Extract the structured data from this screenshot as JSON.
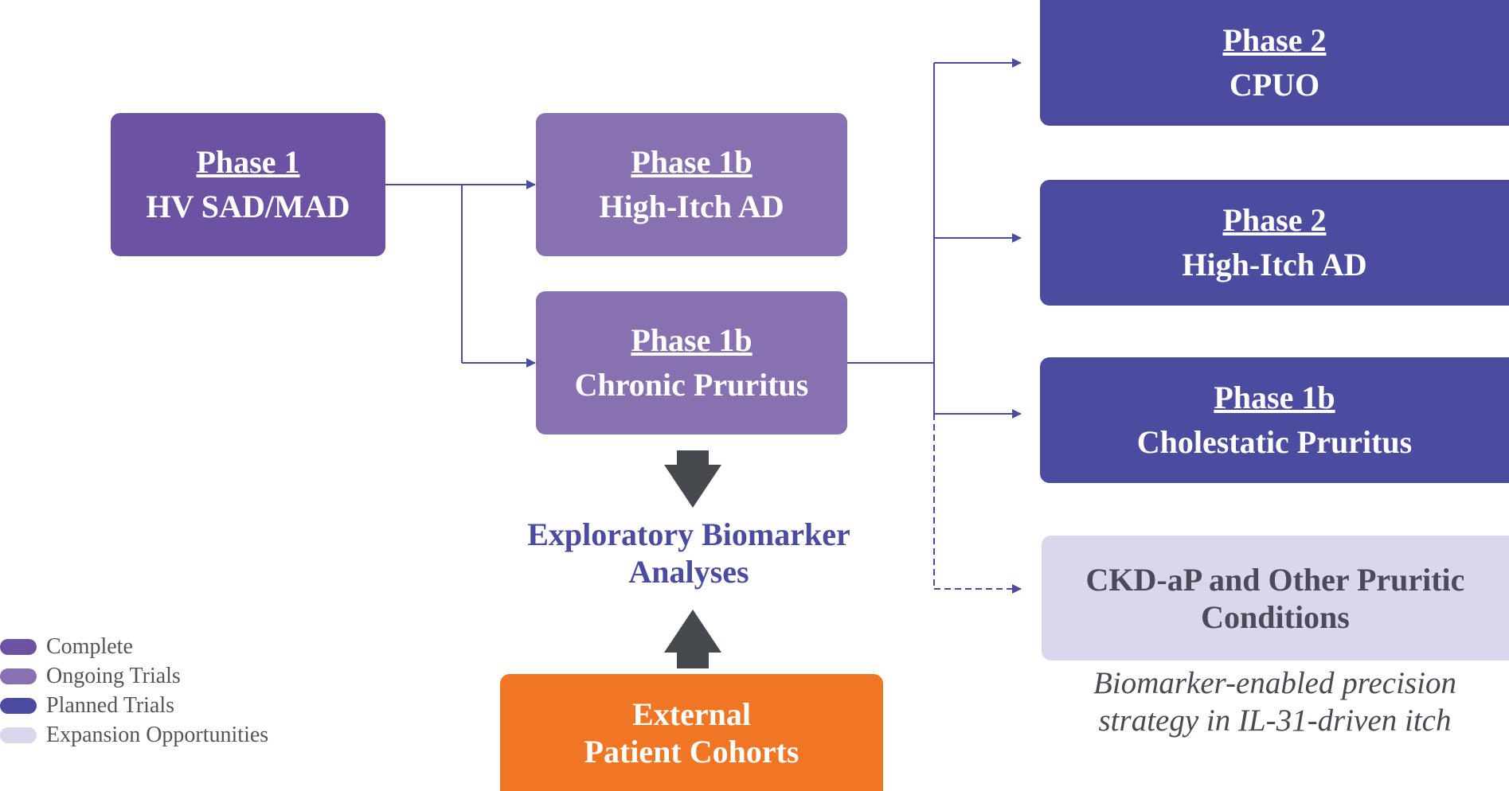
{
  "boxes": {
    "phase1": {
      "title": "Phase 1",
      "subtitle": "HV SAD/MAD"
    },
    "phase1b_ad": {
      "title": "Phase 1b",
      "subtitle": "High-Itch AD"
    },
    "phase1b_cp": {
      "title": "Phase 1b",
      "subtitle": "Chronic Pruritus"
    },
    "phase2_cpuo": {
      "title": "Phase 2",
      "subtitle": "CPUO"
    },
    "phase2_ad": {
      "title": "Phase 2",
      "subtitle": "High-Itch AD"
    },
    "phase1b_chol": {
      "title": "Phase 1b",
      "subtitle": "Cholestatic Pruritus"
    },
    "expansion": {
      "line1": "CKD-aP and Other Pruritic",
      "line2": "Conditions"
    },
    "external": {
      "line1": "External",
      "line2": "Patient Cohorts"
    }
  },
  "biomarker": {
    "line1": "Exploratory Biomarker",
    "line2": "Analyses"
  },
  "tagline": {
    "line1": "Biomarker-enabled precision",
    "line2": "strategy in IL-31-driven itch"
  },
  "legend": [
    {
      "label": "Complete",
      "color": "#6b52a2"
    },
    {
      "label": "Ongoing Trials",
      "color": "#8771b1"
    },
    {
      "label": "Planned Trials",
      "color": "#4b4b9f"
    },
    {
      "label": "Expansion Opportunities",
      "color": "#dad6eb"
    }
  ],
  "colors": {
    "connector": "#4b4b9f",
    "arrow": "#45484c",
    "complete": "#6b52a2",
    "ongoing": "#8771b1",
    "planned": "#4b4b9f",
    "expansion": "#dad6eb",
    "external": "#f07626"
  }
}
